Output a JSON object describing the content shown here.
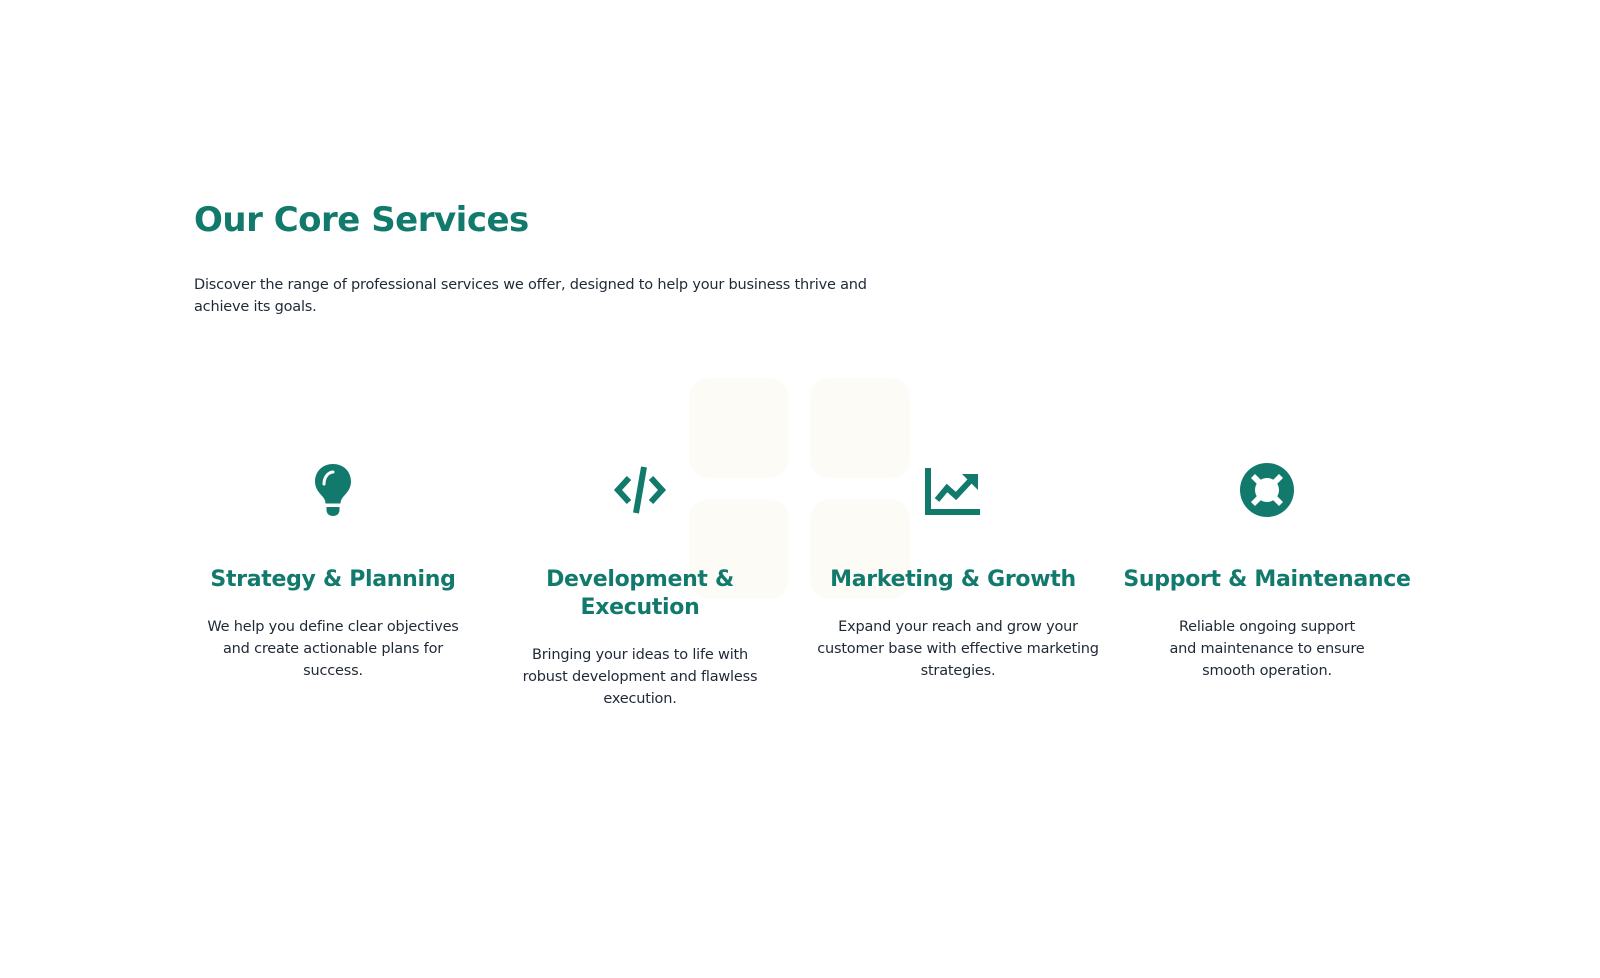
{
  "header": {
    "title": "Our Core Services",
    "subtitle": "Discover the range of professional services we offer, designed to help your business thrive and achieve its goals."
  },
  "colors": {
    "accent": "#127a6c",
    "text": "#1f2937",
    "background": "#ffffff",
    "decor_square": "#fcfbf6"
  },
  "services": [
    {
      "icon": "lightbulb-icon",
      "title": "Strategy & Planning",
      "description": "We help you define clear objectives and create actionable plans for success."
    },
    {
      "icon": "code-icon",
      "title": "Development & Execution",
      "description": "Bringing your ideas to life with robust development and flawless execution."
    },
    {
      "icon": "chart-line-icon",
      "title": "Marketing & Growth",
      "description": "Expand your reach and grow your customer base with effective marketing strategies."
    },
    {
      "icon": "life-ring-icon",
      "title": "Support & Maintenance",
      "description": "Reliable ongoing support and maintenance to ensure smooth operation."
    }
  ]
}
